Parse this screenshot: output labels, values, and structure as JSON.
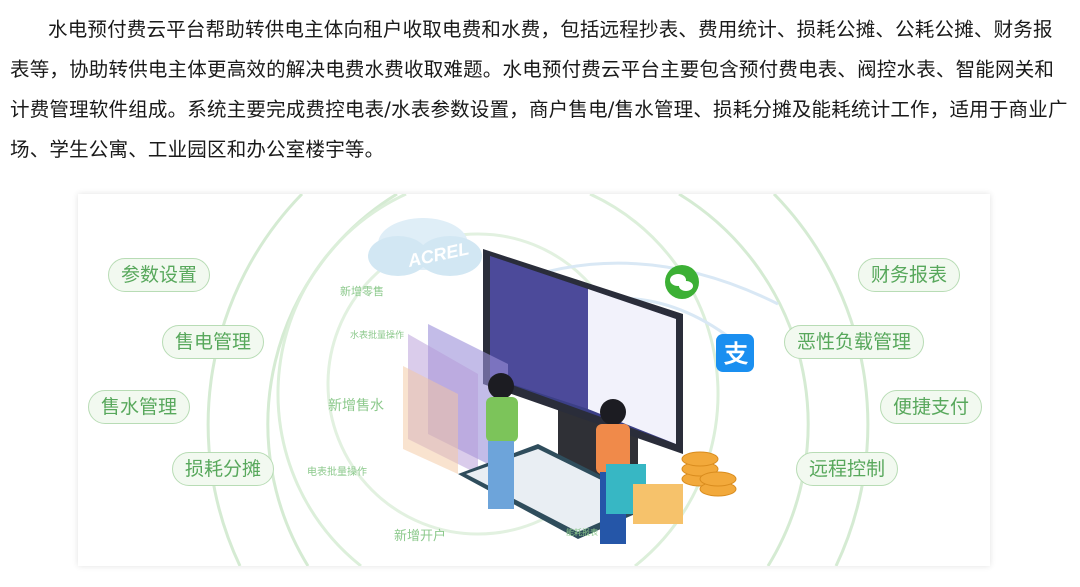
{
  "paragraph": "水电预付费云平台帮助转供电主体向租户收取电费和水费，包括远程抄表、费用统计、损耗公摊、公耗公摊、财务报表等，协助转供电主体更高效的解决电费水费收取难题。水电预付费云平台主要包含预付费电表、阀控水表、智能网关和计费管理软件组成。系统主要完成费控电表/水表参数设置，商户售电/售水管理、损耗分摊及能耗统计工作，适用于商业广场、学生公寓、工业园区和办公室楼宇等。",
  "figure": {
    "cloud_brand": "ACREL",
    "left_features": [
      "参数设置",
      "售电管理",
      "售水管理",
      "损耗分摊"
    ],
    "right_features": [
      "财务报表",
      "恶性负载管理",
      "便捷支付",
      "远程控制"
    ],
    "orbit_labels": [
      "新增零售",
      "水表批量操作",
      "新增售水",
      "电表批量操作",
      "新增开户",
      "能耗报表"
    ],
    "icons": [
      "wechat-icon",
      "alipay-icon"
    ],
    "colors": {
      "green": "#58a85c",
      "pill_border": "#b8dcb5",
      "wechat": "#3cb035",
      "alipay": "#1a8ff0"
    }
  }
}
